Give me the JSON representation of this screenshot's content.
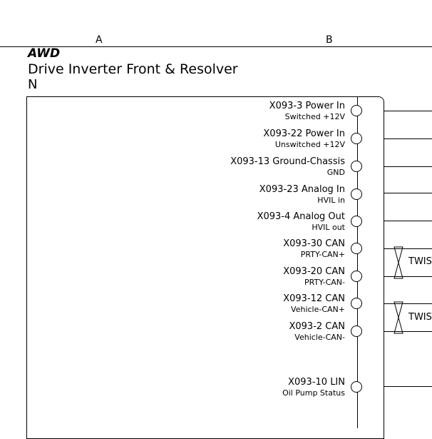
{
  "grid": {
    "col_a": "A",
    "col_b": "B"
  },
  "header": {
    "tag": "AWD",
    "title": "Drive Inverter Front & Resolver",
    "variant": "N"
  },
  "pins": [
    {
      "name": "X093-3 Power In",
      "signal": "Switched +12V"
    },
    {
      "name": "X093-22 Power In",
      "signal": "Unswitched +12V"
    },
    {
      "name": "X093-13 Ground-Chassis",
      "signal": "GND"
    },
    {
      "name": "X093-23 Analog In",
      "signal": "HVIL in"
    },
    {
      "name": "X093-4 Analog Out",
      "signal": "HVIL out"
    },
    {
      "name": "X093-30 CAN",
      "signal": "PRTY-CAN+"
    },
    {
      "name": "X093-20 CAN",
      "signal": "PRTY-CAN-"
    },
    {
      "name": "X093-12 CAN",
      "signal": "Vehicle-CAN+"
    },
    {
      "name": "X093-2 CAN",
      "signal": "Vehicle-CAN-"
    },
    {
      "name": "X093-10 LIN",
      "signal": "Oil Pump Status"
    }
  ],
  "twists": [
    {
      "label": "TWIST"
    },
    {
      "label": "TWIST"
    }
  ]
}
